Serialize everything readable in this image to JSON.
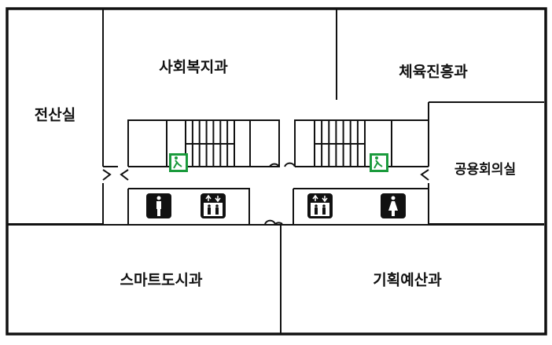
{
  "rooms": {
    "social_welfare": "사회복지과",
    "sports": "체육진흥과",
    "computer_room": "전산실",
    "meeting_room": "공용회의실",
    "smart_city": "스마트도시과",
    "planning_budget": "기획예산과"
  },
  "icons": {
    "exit": "emergency-exit-icon",
    "men_restroom": "men-restroom-icon",
    "women_restroom": "women-restroom-icon",
    "elevator": "elevator-icon"
  },
  "colors": {
    "exit_green": "#1a9a3c",
    "wall": "#111111"
  }
}
